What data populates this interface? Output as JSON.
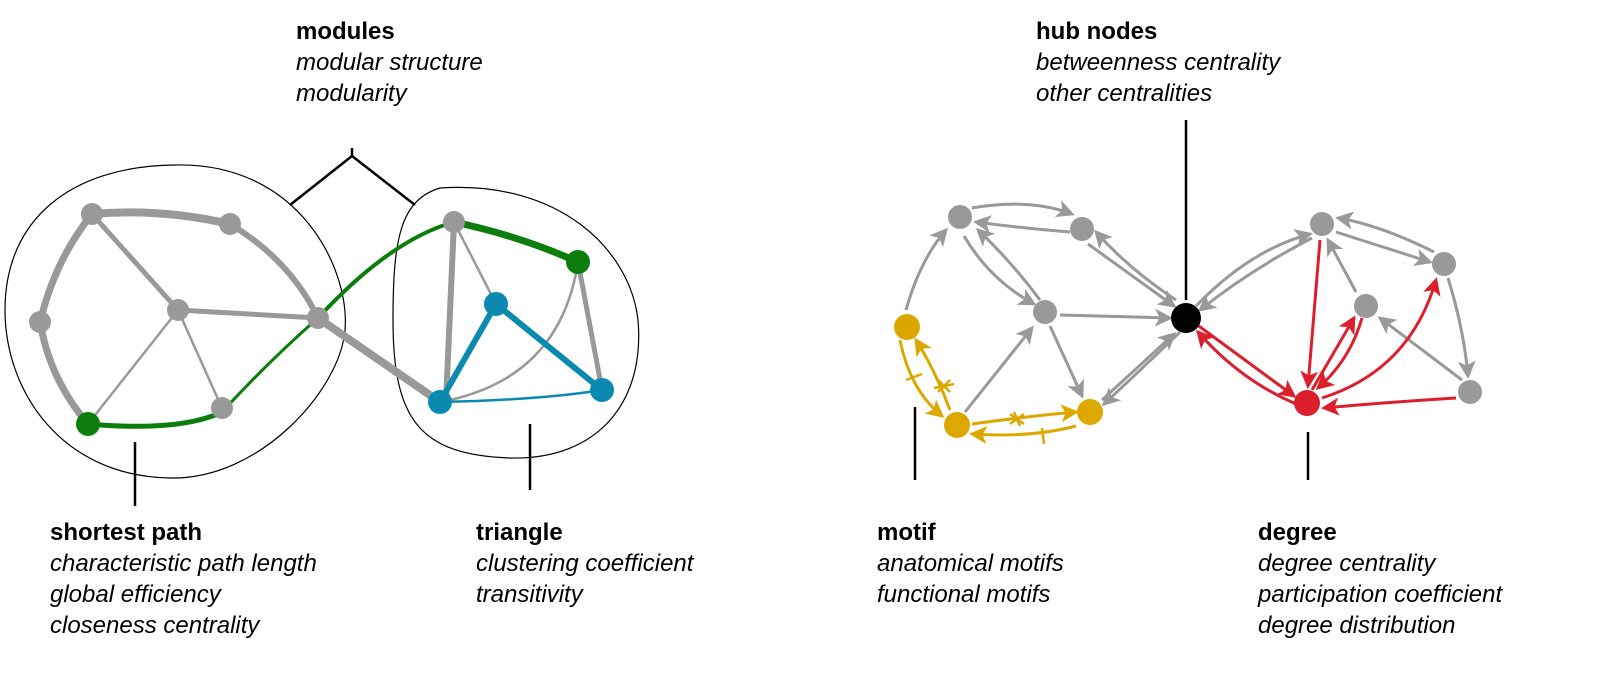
{
  "labels": {
    "modules": {
      "title": "modules",
      "items": [
        "modular structure",
        "modularity"
      ]
    },
    "shortest_path": {
      "title": "shortest path",
      "items": [
        "characteristic path length",
        "global efficiency",
        "closeness centrality"
      ]
    },
    "triangle": {
      "title": "triangle",
      "items": [
        "clustering coefficient",
        "transitivity"
      ]
    },
    "hub_nodes": {
      "title": "hub nodes",
      "items": [
        "betweenness centrality",
        "other centralities"
      ]
    },
    "motif": {
      "title": "motif",
      "items": [
        "anatomical motifs",
        "functional motifs"
      ]
    },
    "degree": {
      "title": "degree",
      "items": [
        "degree centrality",
        "participation coefficient",
        "degree distribution"
      ]
    }
  },
  "colors": {
    "gray": "#999999",
    "green": "#0a7d0a",
    "blue": "#0a8ab0",
    "yellow": "#dca800",
    "red": "#dc1e2d",
    "hub": "#000000"
  }
}
